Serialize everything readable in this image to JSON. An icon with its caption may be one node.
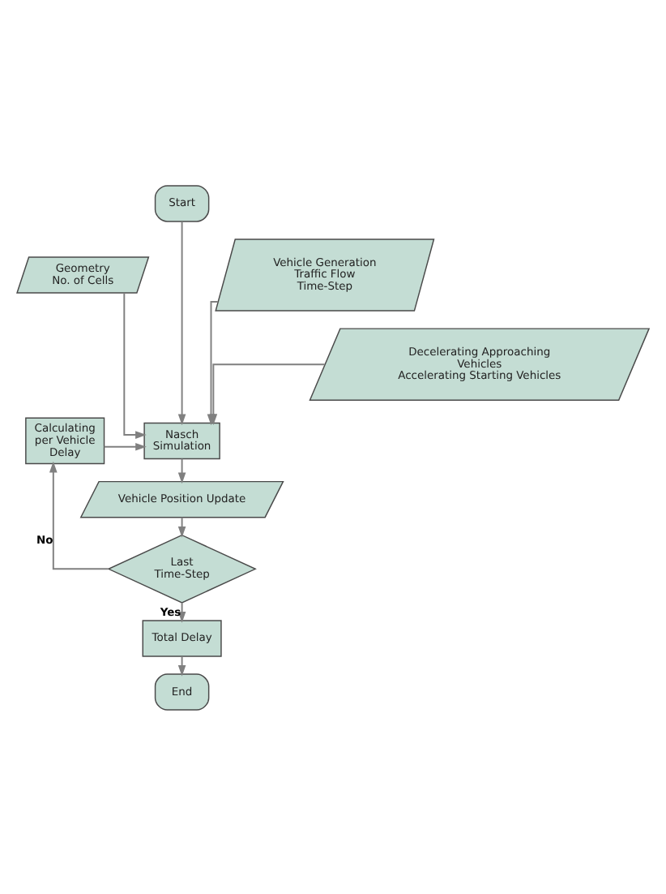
{
  "diagram": {
    "nodes": [
      {
        "text": [
          "Start"
        ]
      },
      {
        "text": [
          "Geometry",
          "No. of Cells"
        ]
      },
      {
        "text": [
          "Vehicle Generation",
          "Traffic Flow",
          "Time-Step"
        ]
      },
      {
        "text": [
          "Decelerating Approaching Vehicles",
          "Accelerating Starting Vehicles"
        ]
      },
      {
        "text": [
          "Calculating per Vehicle Delay"
        ]
      },
      {
        "text": [
          "Nasch Simulation"
        ]
      },
      {
        "text": [
          "Vehicle Position Update"
        ]
      },
      {
        "text": [
          "Last Time-Step"
        ]
      },
      {
        "text": [
          "Total Delay"
        ]
      },
      {
        "text": [
          "End"
        ]
      }
    ],
    "edges": [
      {
        "from": 0,
        "to": 5,
        "arrow": "to"
      },
      {
        "from": 1,
        "to": 5,
        "arrow": "to"
      },
      {
        "from": 2,
        "to": 5,
        "arrow": "to"
      },
      {
        "from": 3,
        "to": 5,
        "arrow": "to"
      },
      {
        "from": 4,
        "to": 5,
        "arrow": "to"
      },
      {
        "from": 5,
        "to": 6,
        "arrow": "to"
      },
      {
        "from": 6,
        "to": 7,
        "arrow": "to"
      },
      {
        "from": 7,
        "to": 4,
        "arrow": "to",
        "label": "No"
      },
      {
        "from": 7,
        "to": 8,
        "arrow": "to",
        "label": "Yes"
      },
      {
        "from": 8,
        "to": 9,
        "arrow": "to"
      }
    ]
  }
}
